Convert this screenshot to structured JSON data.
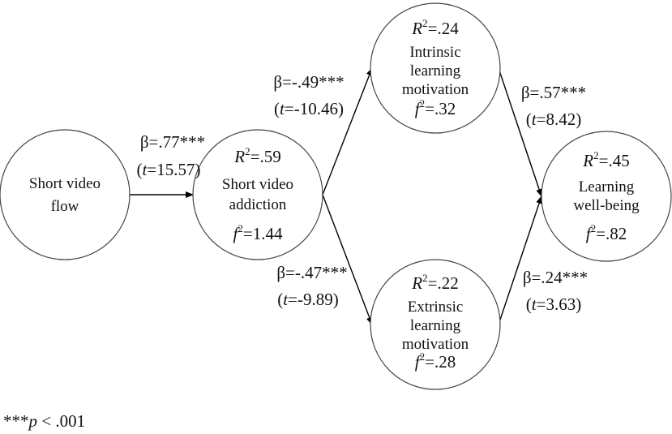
{
  "nodes": {
    "flow": {
      "line1": "Short video",
      "line2": "flow"
    },
    "addiction": {
      "r2_sym": "R",
      "r2_exp": "2",
      "r2_val": "=.59",
      "line1": "Short video",
      "line2": "addiction",
      "f2_sym": "f",
      "f2_exp": "2",
      "f2_val": "=1.44"
    },
    "intrinsic": {
      "r2_sym": "R",
      "r2_exp": "2",
      "r2_val": "=.24",
      "line1": "Intrinsic",
      "line2": "learning",
      "line3": "motivation",
      "f2_sym": "f",
      "f2_exp": "2",
      "f2_val": "=.32"
    },
    "extrinsic": {
      "r2_sym": "R",
      "r2_exp": "2",
      "r2_val": "=.22",
      "line1": "Extrinsic",
      "line2": "learning",
      "line3": "motivation",
      "f2_sym": "f",
      "f2_exp": "2",
      "f2_val": "=.28"
    },
    "wellbeing": {
      "r2_sym": "R",
      "r2_exp": "2",
      "r2_val": "=.45",
      "line1": "Learning",
      "line2": "well-being",
      "f2_sym": "f",
      "f2_exp": "2",
      "f2_val": "=.82"
    }
  },
  "paths": {
    "flow_addiction": {
      "beta": "β=.77***",
      "t_sym": "t",
      "t_val": "=15.57"
    },
    "addiction_intrinsic": {
      "beta": "β=-.49***",
      "t_sym": "t",
      "t_val": "=-10.46"
    },
    "addiction_extrinsic": {
      "beta": "β=-.47***",
      "t_sym": "t",
      "t_val": "=-9.89"
    },
    "intrinsic_wellbeing": {
      "beta": "β=.57***",
      "t_sym": "t",
      "t_val": "=8.42"
    },
    "extrinsic_wellbeing": {
      "beta": "β=.24***",
      "t_sym": "t",
      "t_val": "=3.63"
    }
  },
  "footnote": {
    "stars": "***",
    "p_sym": "p",
    "rest": " < .001"
  },
  "paren_open": "(",
  "paren_close": ")"
}
